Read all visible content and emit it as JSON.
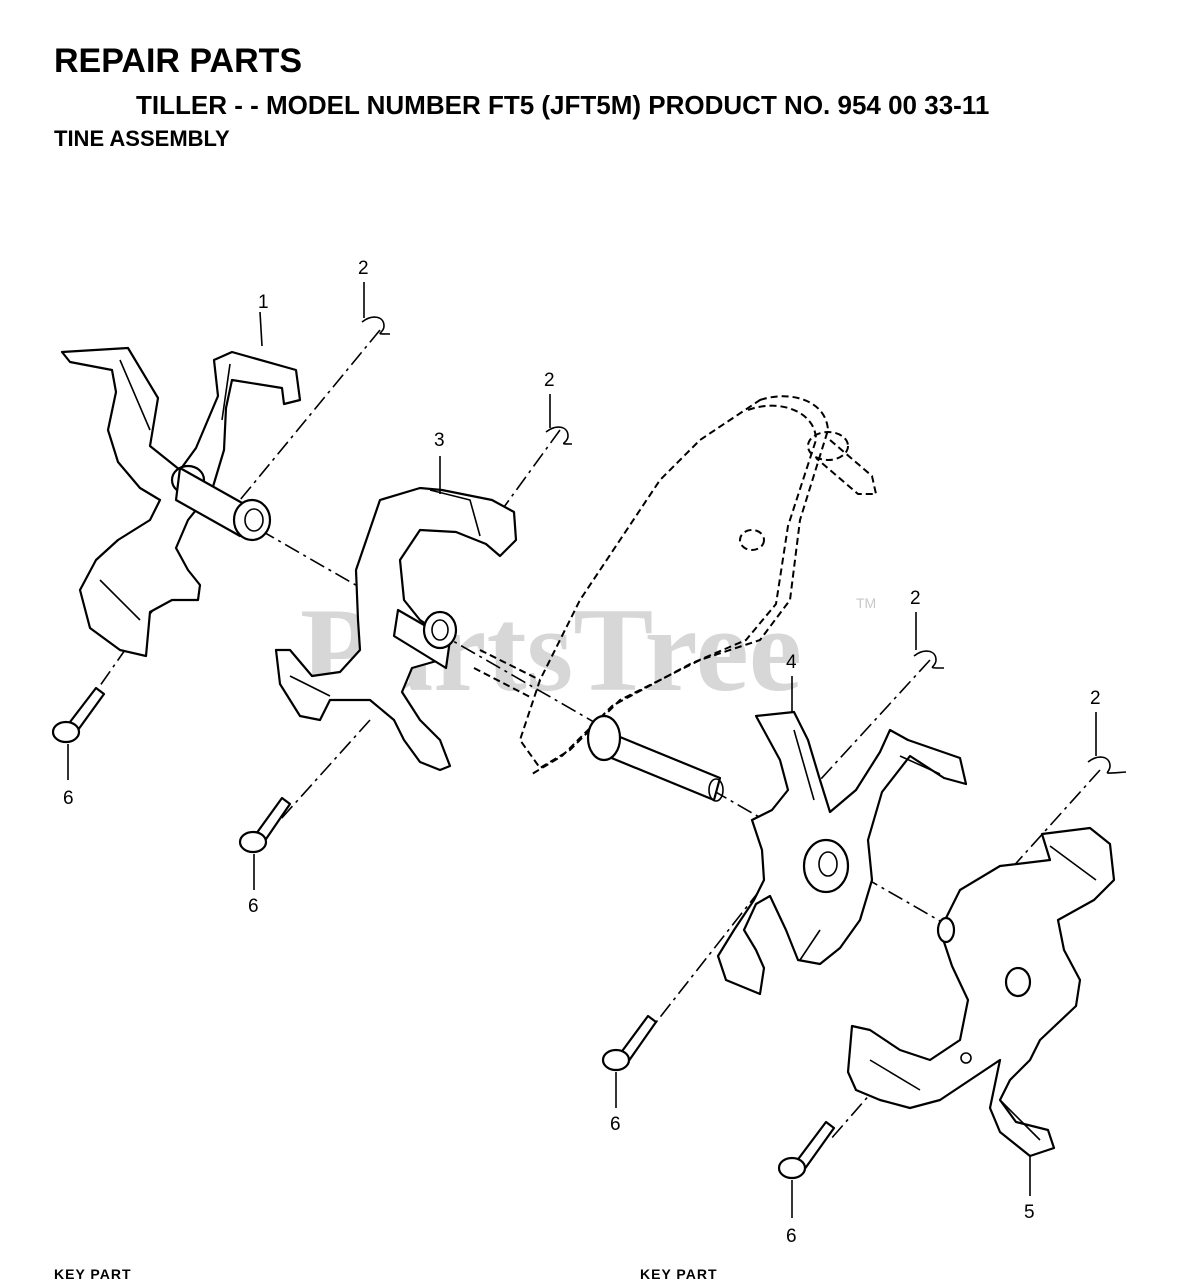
{
  "header": {
    "title": "REPAIR PARTS",
    "subtitle": "TILLER - - MODEL NUMBER FT5 (JFT5M) PRODUCT NO. 954 00 33-11",
    "section": "TINE ASSEMBLY"
  },
  "watermark": {
    "text": "PartsTree",
    "tm": "TM"
  },
  "callouts": {
    "c1": "1",
    "c2a": "2",
    "c2b": "2",
    "c2c": "2",
    "c2d": "2",
    "c3": "3",
    "c4": "4",
    "c5": "5",
    "c6a": "6",
    "c6b": "6",
    "c6c": "6",
    "c6d": "6"
  },
  "footer": {
    "left": "KEY PART",
    "right": "KEY PART"
  }
}
